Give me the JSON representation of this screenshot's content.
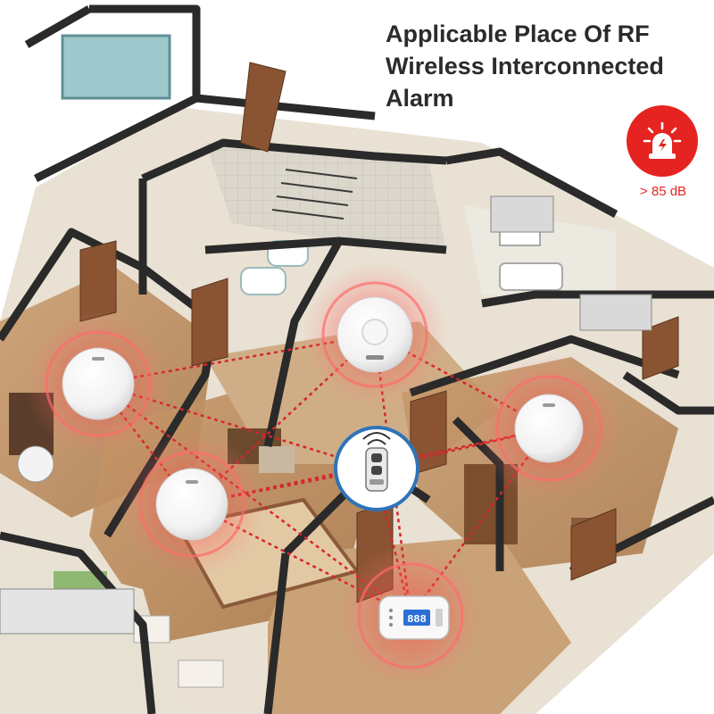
{
  "headline": {
    "line1": "Applicable Place Of RF",
    "line2": "Wireless Interconnected",
    "line3": "Alarm"
  },
  "loudness": {
    "label": "> 85 dB",
    "icon": "alarm-siren-icon"
  },
  "colors": {
    "accent": "#e52421",
    "link": "#d6262b",
    "remote_ring": "#2f73b8",
    "floor": "#b98a5e",
    "wall": "#2a2a2a"
  },
  "co_alarm_screen": {
    "reading": "888"
  }
}
